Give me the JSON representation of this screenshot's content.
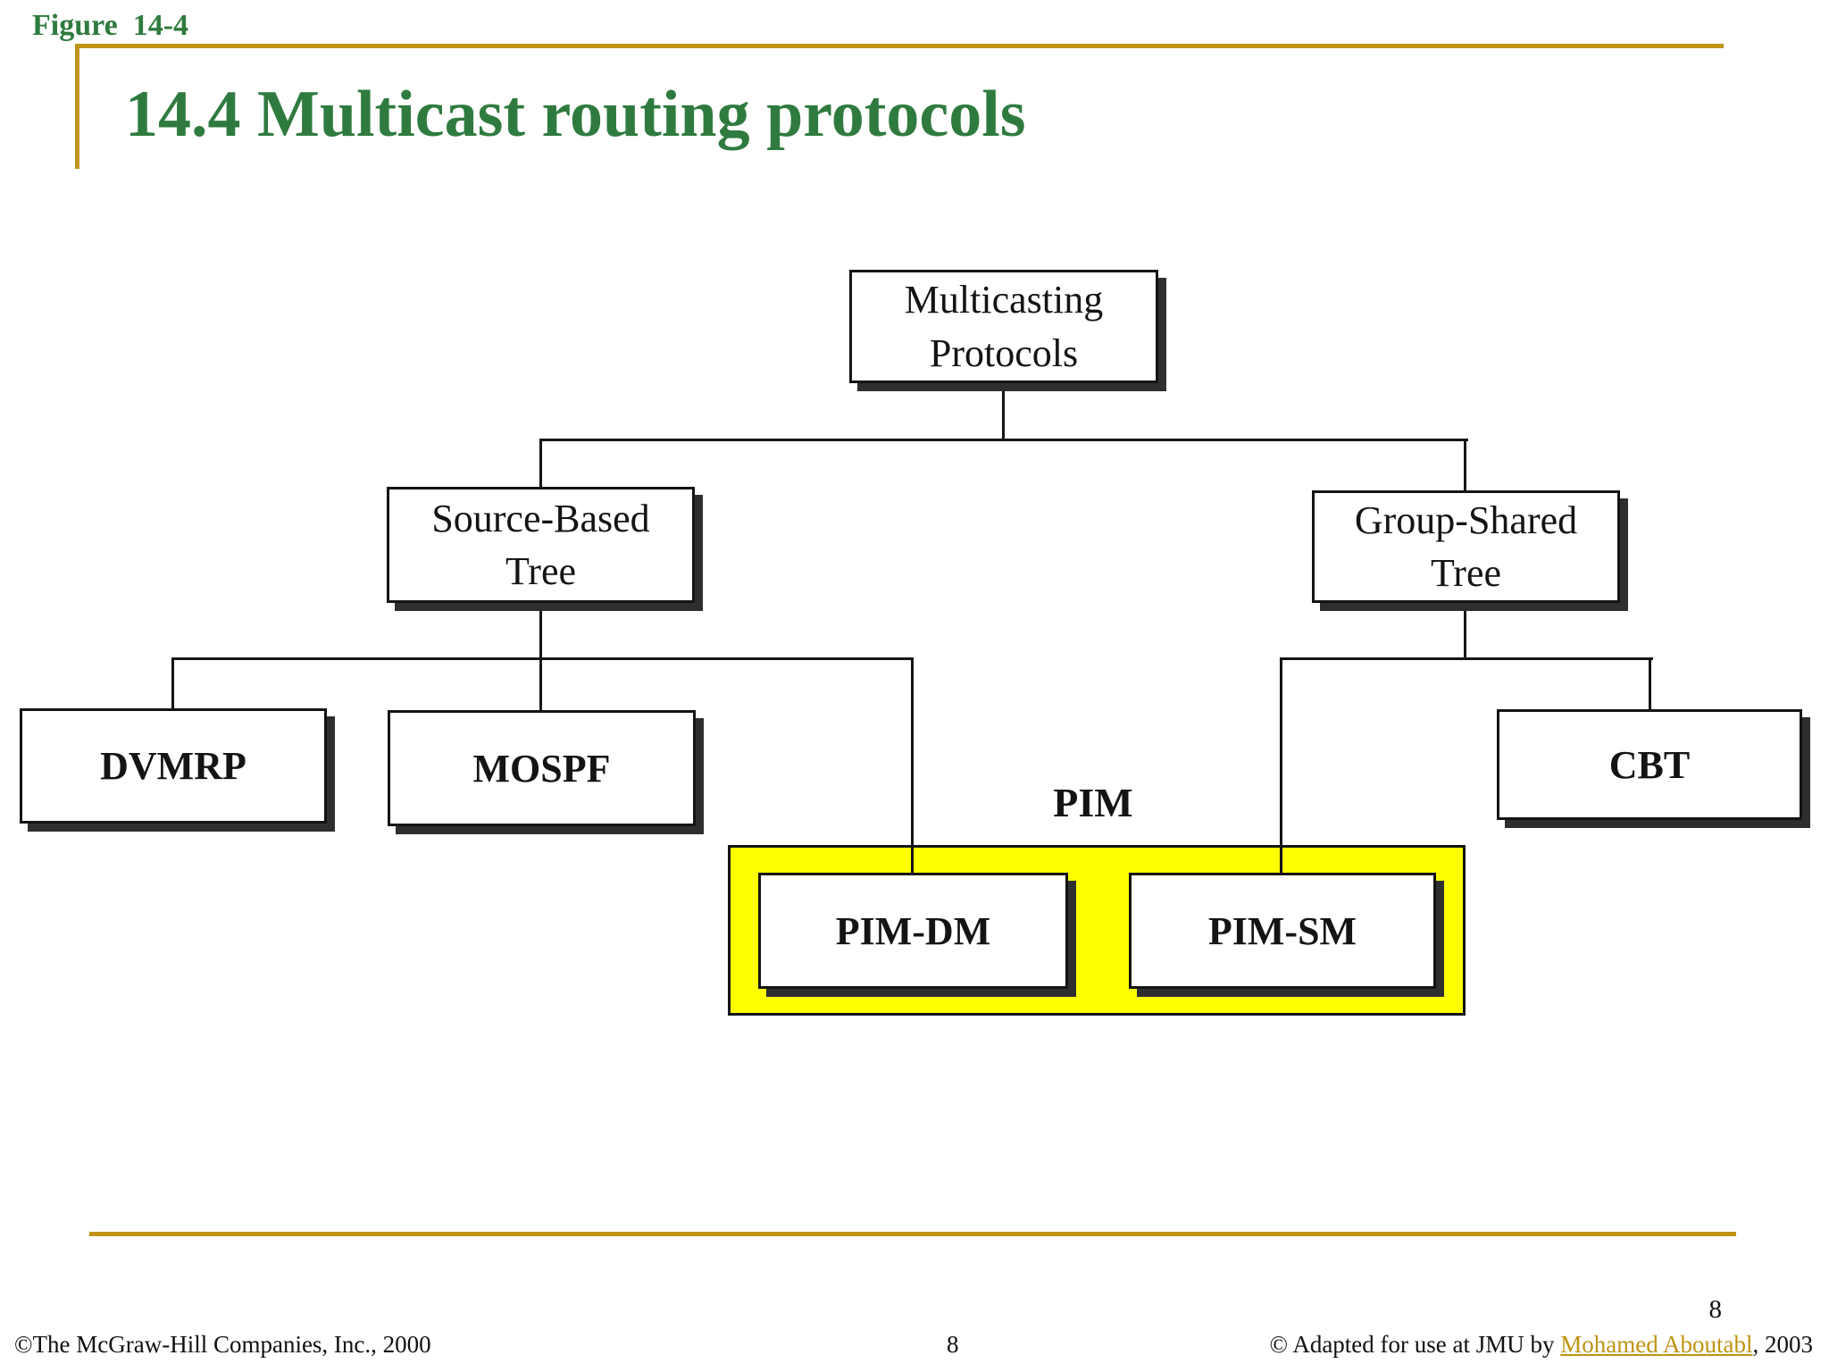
{
  "slide": {
    "figure_label": "Figure  14-4",
    "title": "14.4 Multicast routing protocols"
  },
  "diagram": {
    "root_label": "Multicasting Protocols",
    "source_based_label": "Source-Based Tree",
    "group_shared_label": "Group-Shared Tree",
    "dvmrp_label": "DVMRP",
    "mospf_label": "MOSPF",
    "pim_dm_label": "PIM-DM",
    "pim_sm_label": "PIM-SM",
    "cbt_label": "CBT",
    "pim_group_label": "PIM"
  },
  "footer": {
    "left": "©The McGraw-Hill Companies, Inc., 2000",
    "center_page": "8",
    "right_prefix": "© Adapted for use at JMU by ",
    "right_link": "Mohamed Aboutabl",
    "right_suffix": ", 2003",
    "corner_page": "8"
  },
  "colors": {
    "heading_green": "#2F7B3F",
    "accent_gold": "#C09414",
    "highlight_yellow": "#FFFF00",
    "connector_black": "#141414",
    "link_gold": "#C09414"
  }
}
